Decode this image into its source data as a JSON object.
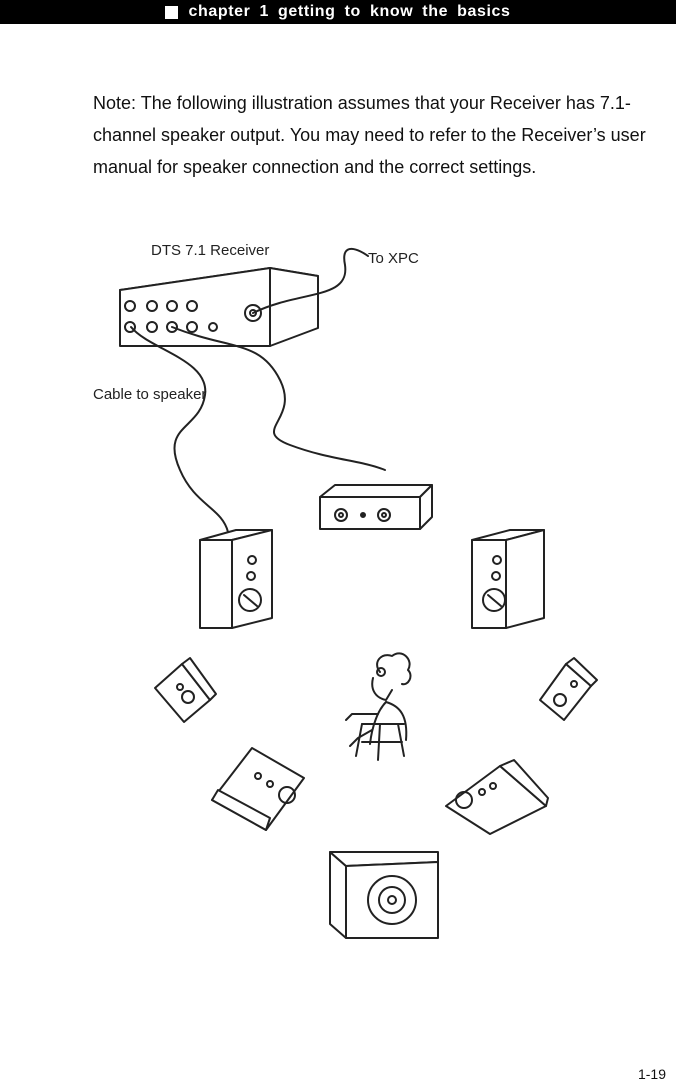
{
  "header": {
    "title": "chapter 1 getting to know the basics"
  },
  "note": {
    "text": "Note: The following illustration assumes that your Receiver has 7.1-channel speaker output. You may need to refer to the Receiver’s user manual for speaker connection and the correct settings."
  },
  "diagram": {
    "receiver_label": "DTS 7.1 Receiver",
    "to_xpc_label": "To XPC",
    "cable_label": "Cable to speaker"
  },
  "footer": {
    "page_number": "1-19"
  }
}
